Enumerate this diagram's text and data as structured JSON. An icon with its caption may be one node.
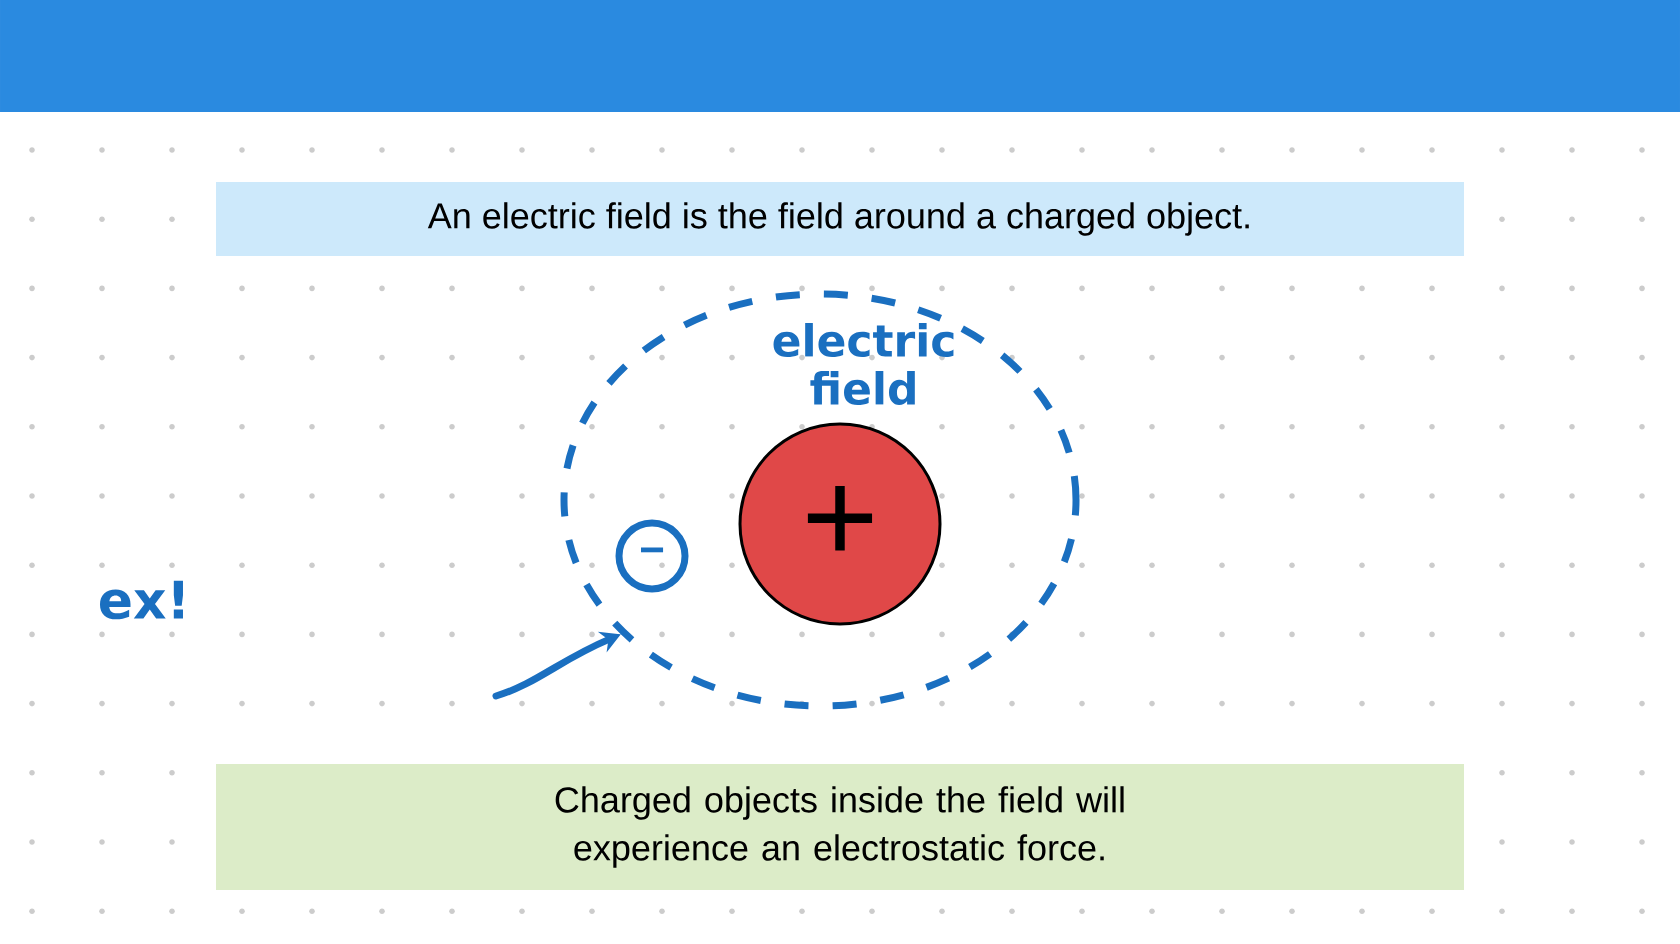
{
  "diagram": {
    "nodes": [
      {
        "text": [
          "An electric field is the field around a charged object."
        ]
      },
      {
        "text": [
          "electric field"
        ]
      },
      {
        "text": [
          "−"
        ],
        "in": 1
      },
      {
        "text": [
          "+"
        ],
        "in": 1
      },
      {
        "text": [
          "Charged objects inside the field will experience an electrostatic force."
        ]
      }
    ],
    "edges": [
      {
        "from": null,
        "to": 1,
        "arrow": "to"
      }
    ],
    "labels": [
      "ex!"
    ]
  }
}
